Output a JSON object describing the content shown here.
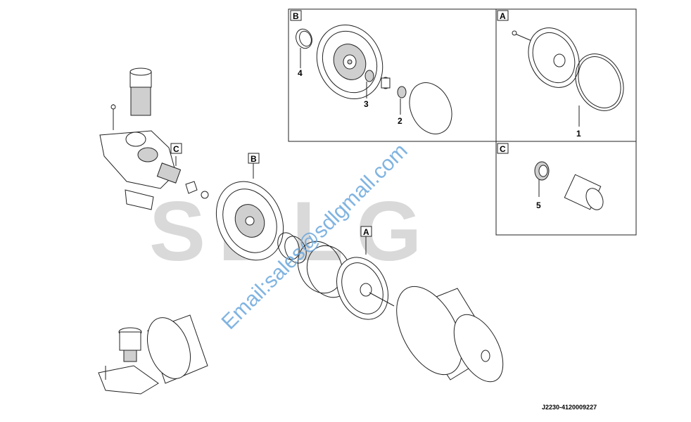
{
  "watermark": {
    "logo": "SDLG",
    "email": "Email:sales@sdlgmall.com"
  },
  "detail_boxes": {
    "B": "B",
    "A": "A",
    "C": "C"
  },
  "callouts": {
    "B": "B",
    "C": "C",
    "A": "A"
  },
  "part_numbers": [
    "1",
    "2",
    "3",
    "4",
    "5"
  ],
  "figure_ref": "J2230-4120009227"
}
